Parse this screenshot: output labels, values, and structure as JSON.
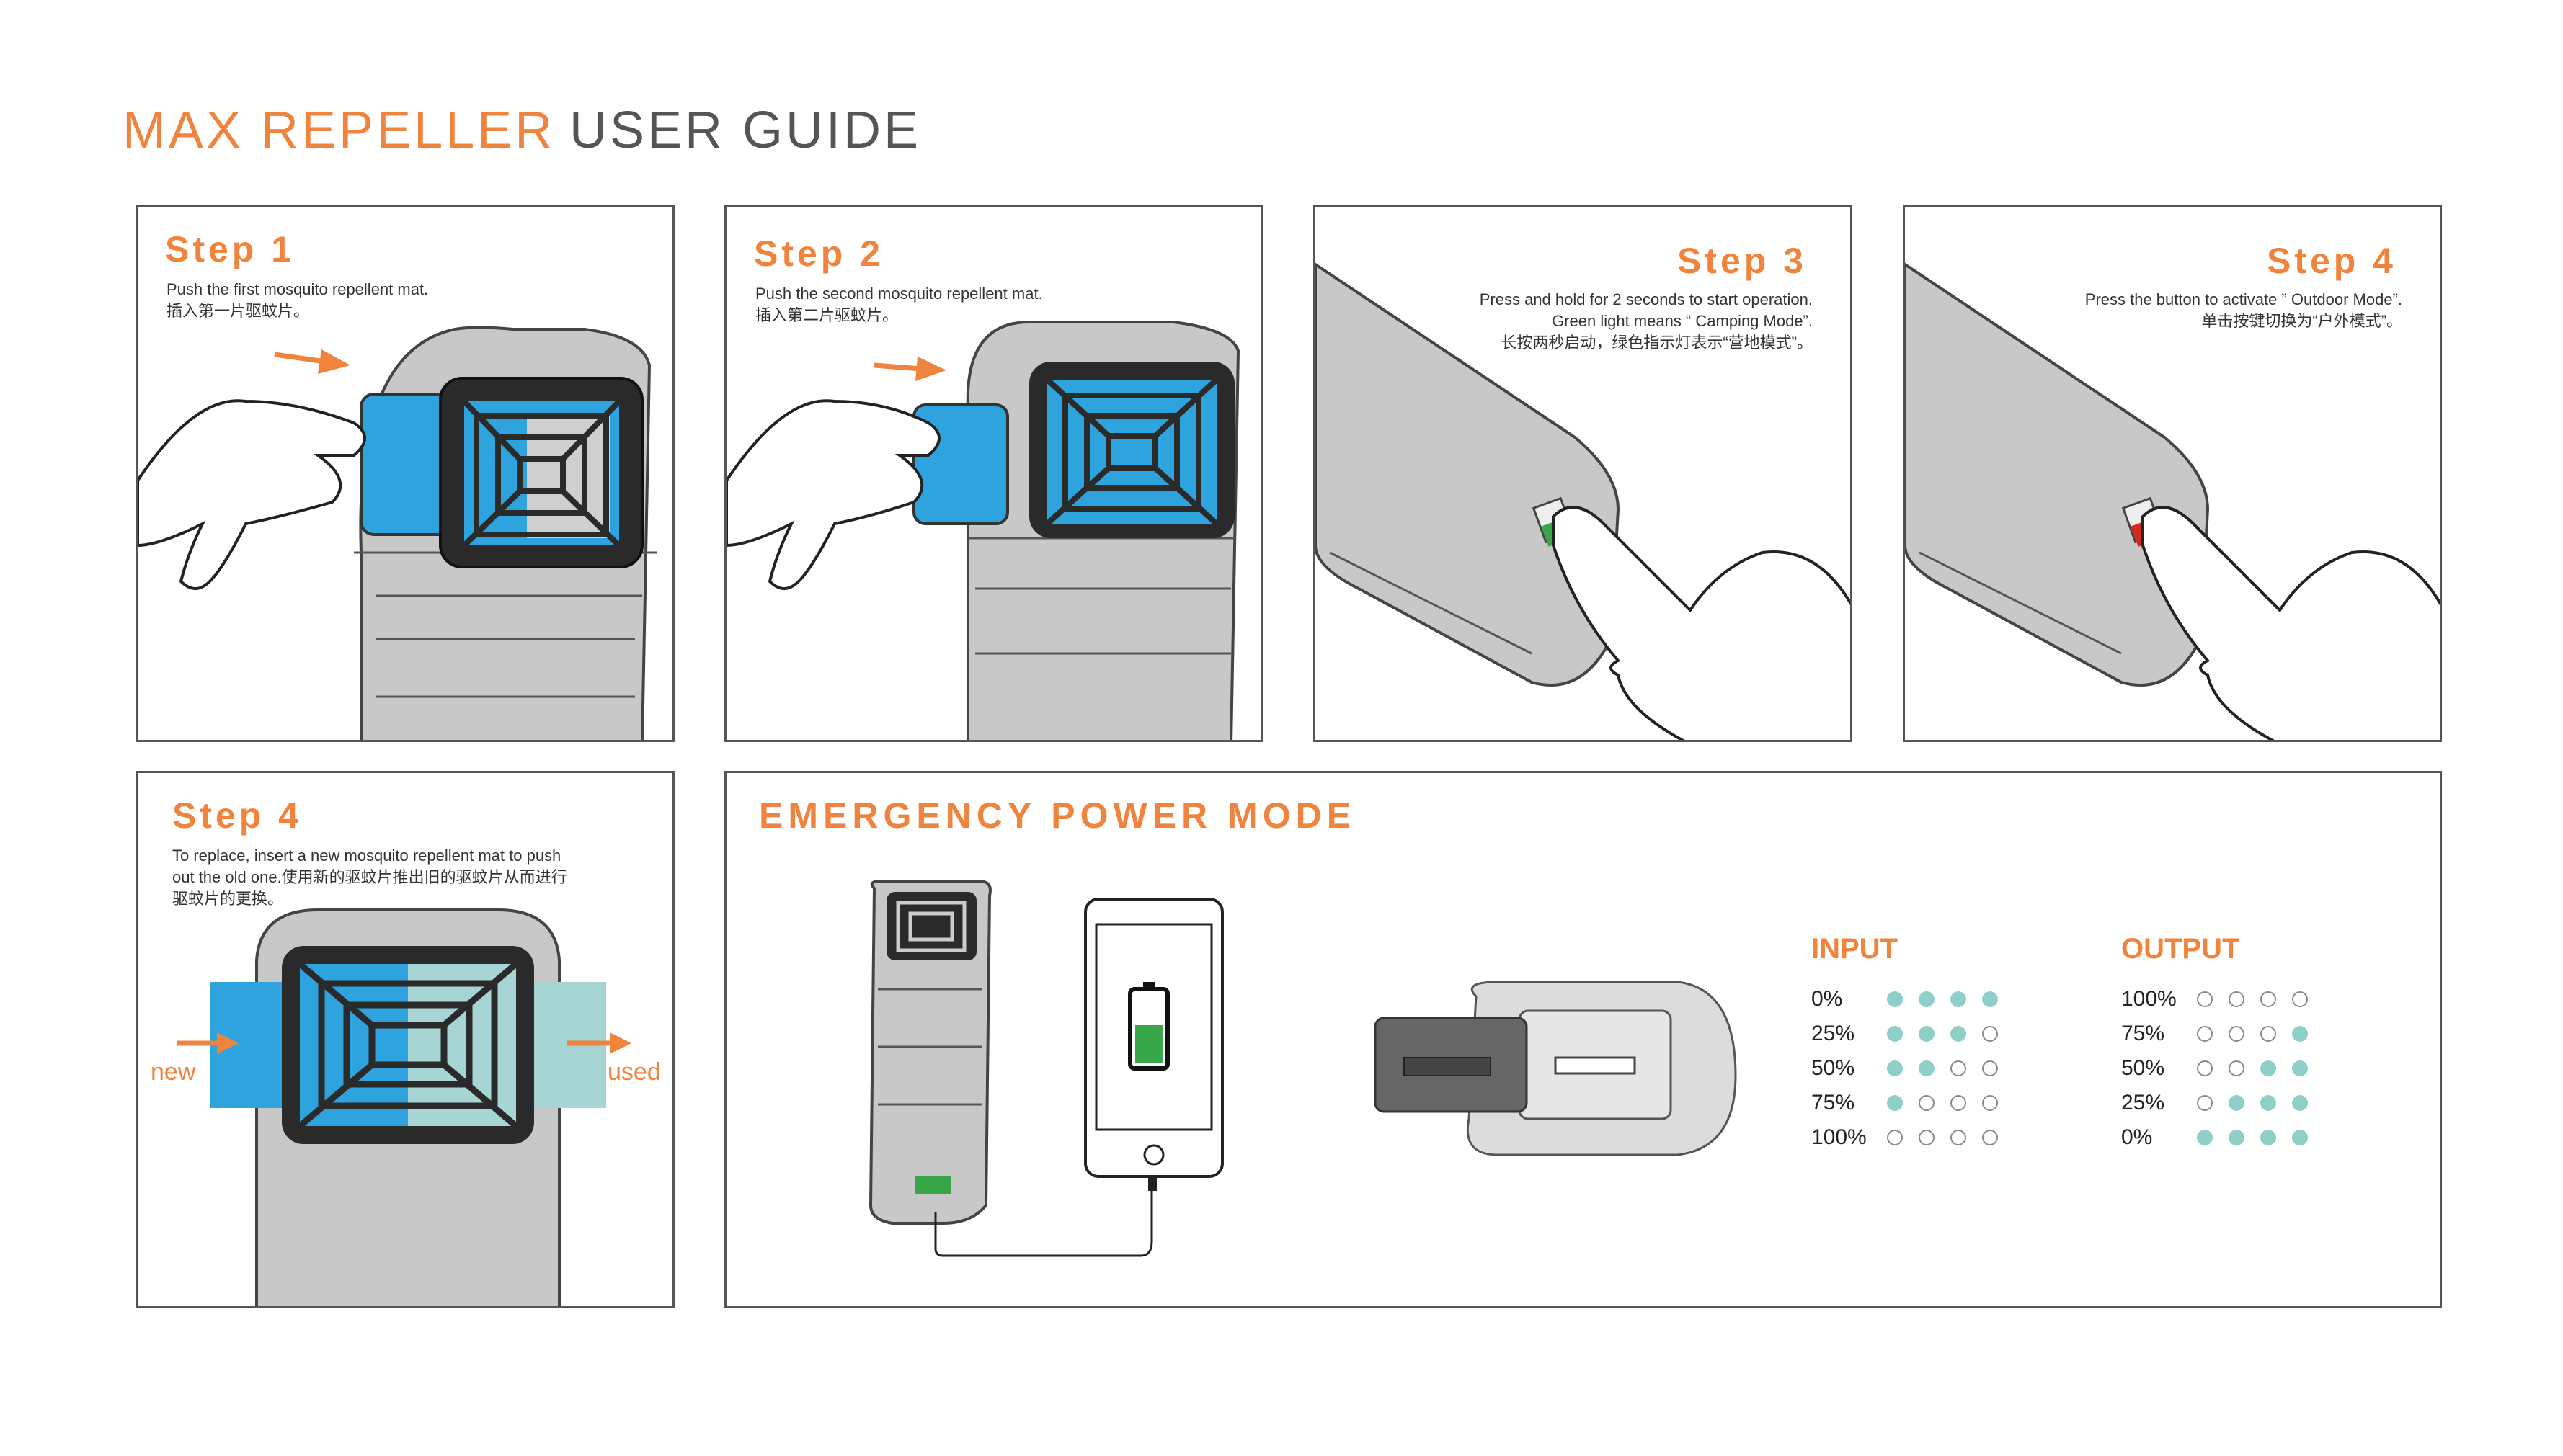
{
  "header": {
    "brand": "MAX REPELLER",
    "guide": "USER GUIDE"
  },
  "colors": {
    "accent": "#f0843c",
    "mat_new": "#2ea3dd",
    "mat_used": "#a6d5d3",
    "indicator_on": "#8ecfc8",
    "green_light": "#3aa64a",
    "red_light": "#d52a22"
  },
  "steps": [
    {
      "heading": "Step 1",
      "text": "Push the first mosquito repellent mat.",
      "text_cn": "插入第一片驱蚊片。"
    },
    {
      "heading": "Step 2",
      "text": "Push the second mosquito repellent mat.",
      "text_cn": "插入第二片驱蚊片。"
    },
    {
      "heading": "Step 3",
      "text": "Press and hold for 2 seconds to start operation.",
      "text2": "Green light means “ Camping Mode”.",
      "text_cn": "长按两秒启动，绿色指示灯表示“营地模式”。"
    },
    {
      "heading": "Step 4",
      "text": "Press the button to activate ” Outdoor Mode”.",
      "text_cn": "单击按键切换为“户外模式”。"
    },
    {
      "heading": "Step 4",
      "line1": "To replace, insert a new mosquito repellent mat to push",
      "line2": "out the old one.使用新的驱蚊片推出旧的驱蚊片从而进行",
      "line3": "驱蚊片的更换。",
      "label_new": "new",
      "label_used": "used"
    }
  ],
  "emergency": {
    "heading": "EMERGENCY POWER MODE",
    "input": {
      "title": "INPUT",
      "rows": [
        {
          "label": "0%",
          "dots": [
            1,
            1,
            1,
            1
          ]
        },
        {
          "label": "25%",
          "dots": [
            1,
            1,
            1,
            0
          ]
        },
        {
          "label": "50%",
          "dots": [
            1,
            1,
            0,
            0
          ]
        },
        {
          "label": "75%",
          "dots": [
            1,
            0,
            0,
            0
          ]
        },
        {
          "label": "100%",
          "dots": [
            0,
            0,
            0,
            0
          ]
        }
      ]
    },
    "output": {
      "title": "OUTPUT",
      "rows": [
        {
          "label": "100%",
          "dots": [
            0,
            0,
            0,
            0
          ]
        },
        {
          "label": "75%",
          "dots": [
            0,
            0,
            0,
            1
          ]
        },
        {
          "label": "50%",
          "dots": [
            0,
            0,
            1,
            1
          ]
        },
        {
          "label": "25%",
          "dots": [
            0,
            1,
            1,
            1
          ]
        },
        {
          "label": "0%",
          "dots": [
            1,
            1,
            1,
            1
          ]
        }
      ]
    }
  }
}
